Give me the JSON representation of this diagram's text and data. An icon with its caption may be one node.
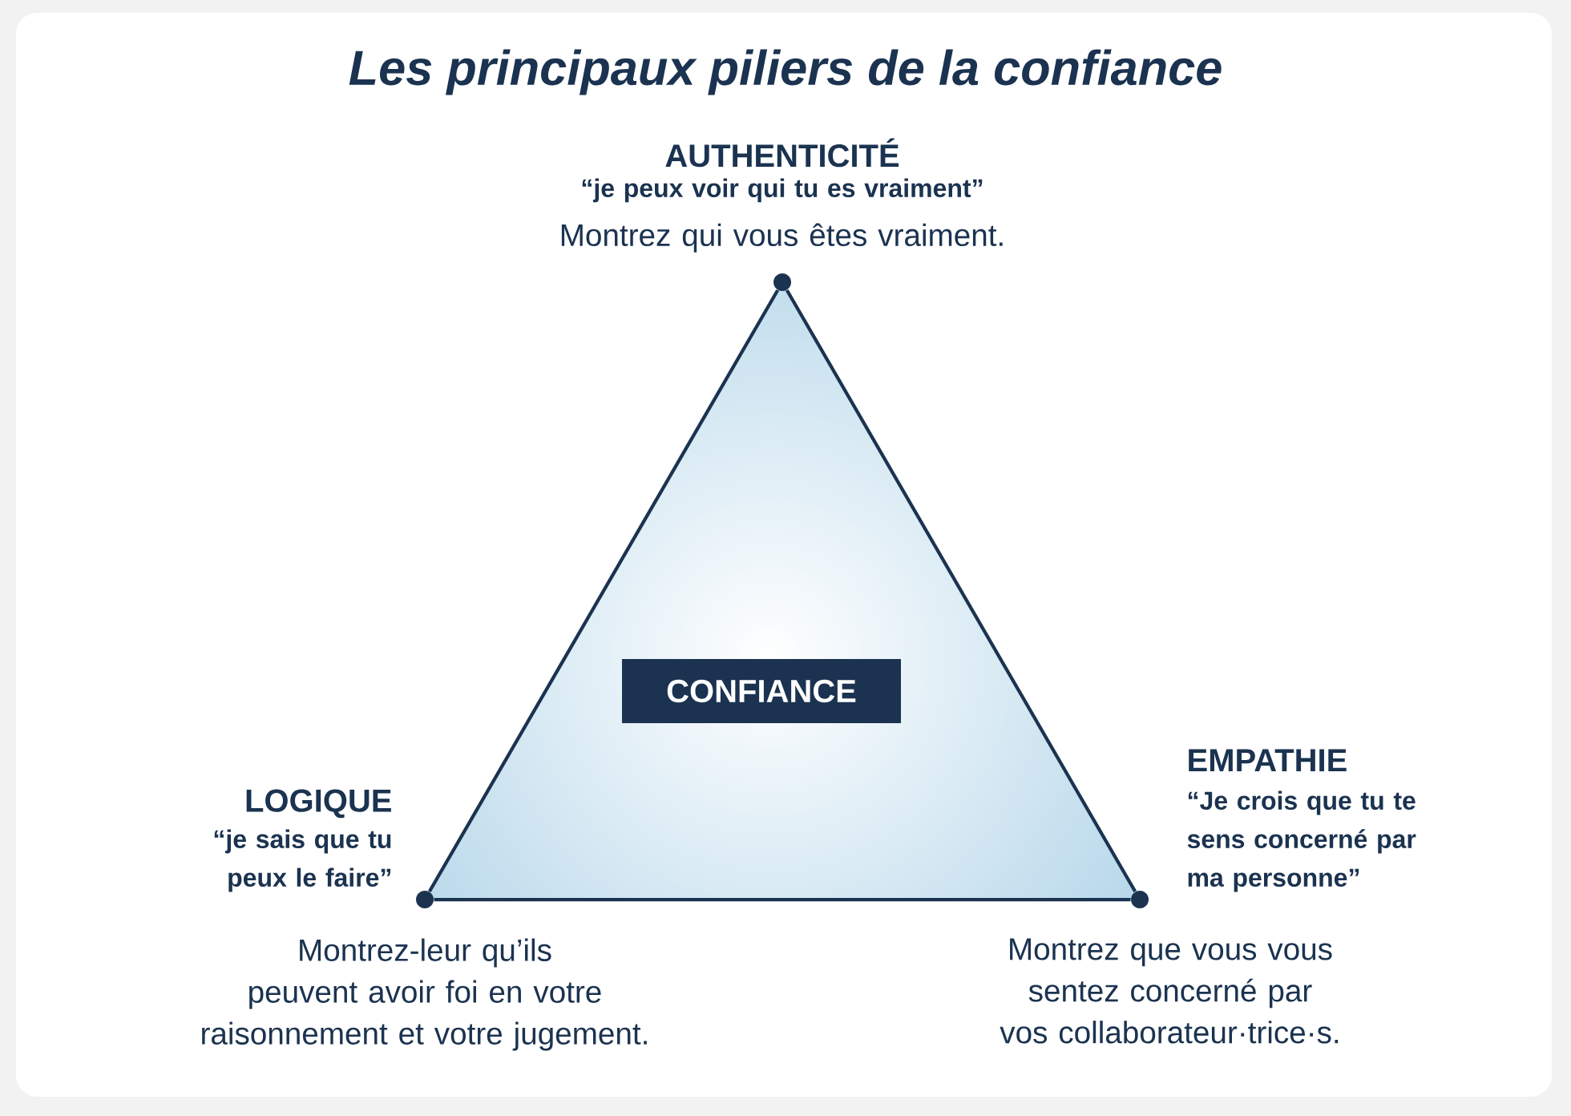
{
  "diagram": {
    "title": "Les principaux piliers de la confiance",
    "nodes": [
      {
        "text": [],
        "shape": "circle",
        "beside": [
          "AUTHENTICITÉ",
          "“je peux voir qui tu es vraiment”",
          "Montrez qui vous êtes vraiment."
        ]
      },
      {
        "text": [
          "CONFIANCE"
        ]
      },
      {
        "text": [],
        "shape": "circle",
        "beside": [
          "EMPATHIE",
          "“Je crois que tu te sens concerné par ma personne”",
          "Montrez que vous vous sentez concerné par vos collaborateur·trice·s."
        ]
      },
      {
        "text": [],
        "shape": "circle",
        "beside": [
          "LOGIQUE",
          "“je sais que tu peux le faire”",
          "Montrez-leur qu’ils peuvent avoir foi en votre raisonnement et votre jugement."
        ]
      }
    ],
    "edges": [
      {
        "from": 0,
        "to": 3,
        "arrow": "none"
      },
      {
        "from": 3,
        "to": 2,
        "arrow": "none"
      },
      {
        "from": 2,
        "to": 0,
        "arrow": "none"
      }
    ]
  }
}
